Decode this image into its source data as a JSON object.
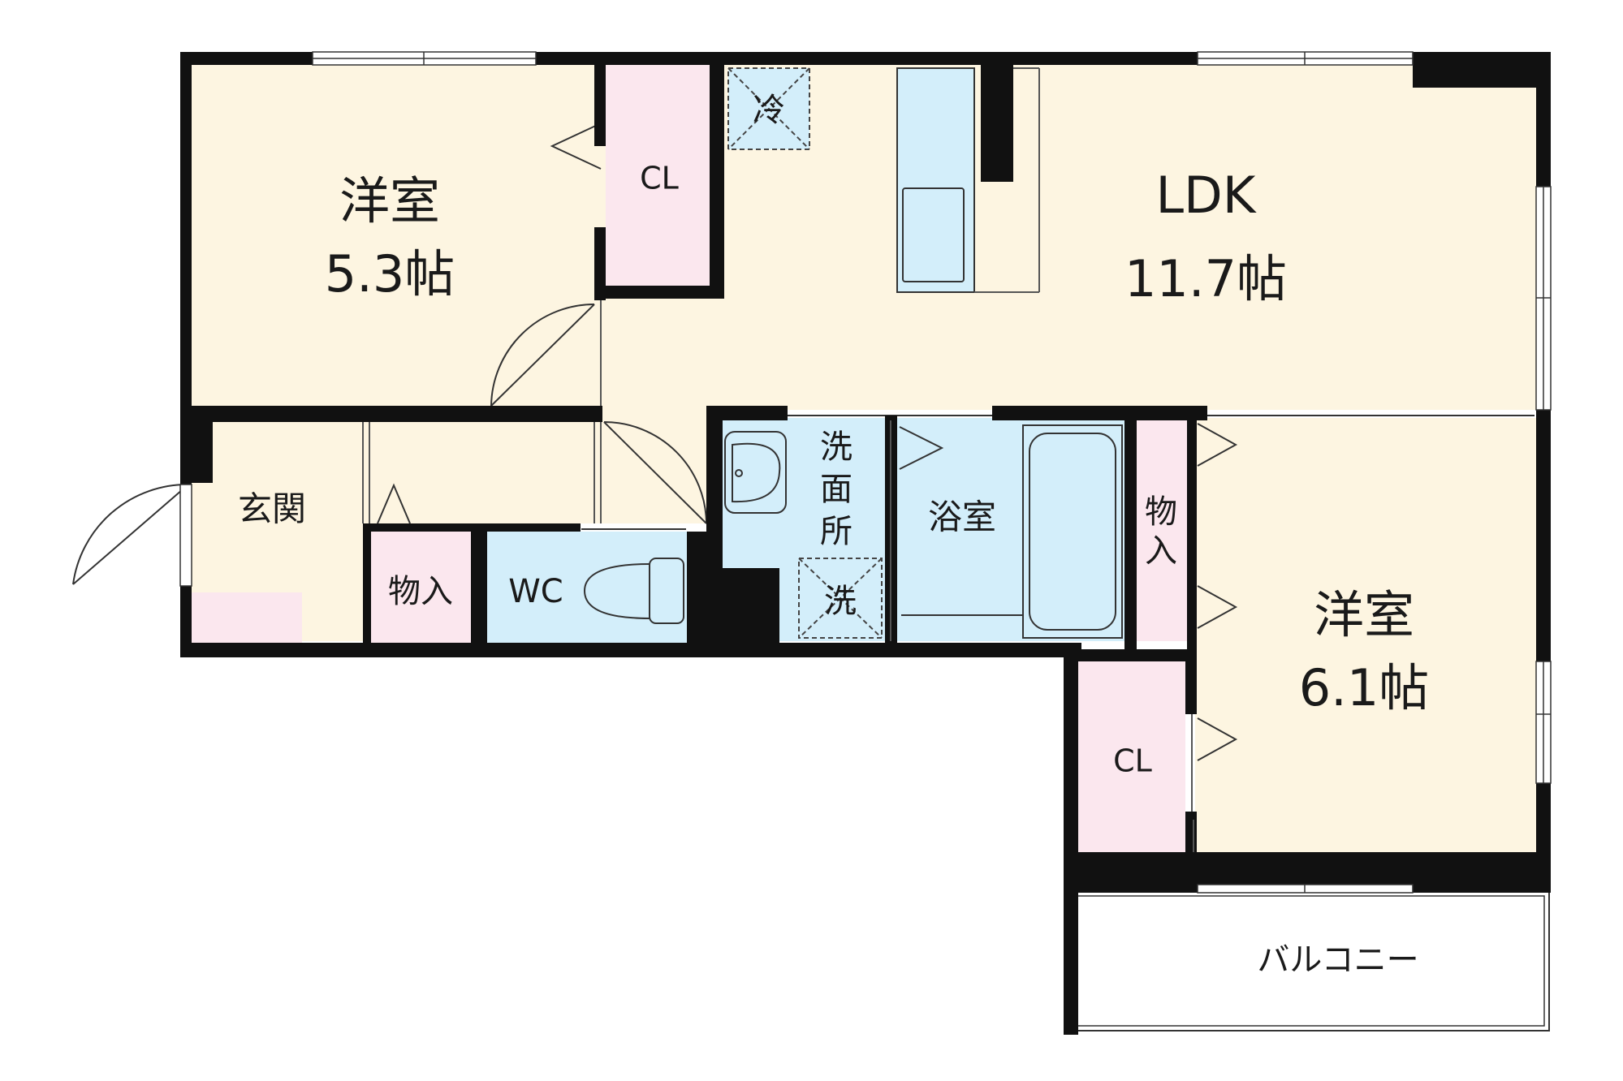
{
  "colors": {
    "wall": "#111111",
    "living": "#fdf5e1",
    "storage": "#fbe7ee",
    "wet": "#d3eefa",
    "balcony": "#ffffff"
  },
  "rooms": {
    "western_room_1": {
      "name": "洋室",
      "size": "5.3帖"
    },
    "western_room_2": {
      "name": "洋室",
      "size": "6.1帖"
    },
    "ldk": {
      "name": "LDK",
      "size": "11.7帖"
    },
    "closet_1": {
      "name": "CL"
    },
    "closet_2": {
      "name": "CL"
    },
    "refrigerator": {
      "name": "冷"
    },
    "entrance": {
      "name": "玄関"
    },
    "storage_1": {
      "name": "物入"
    },
    "storage_2": {
      "chars": [
        "物",
        "入"
      ]
    },
    "toilet": {
      "name": "WC"
    },
    "washroom": {
      "chars": [
        "洗",
        "面",
        "所"
      ]
    },
    "washer": {
      "name": "洗"
    },
    "bathroom": {
      "name": "浴室"
    },
    "balcony": {
      "name": "バルコニー"
    }
  },
  "icons": [
    "refrigerator-space-icon",
    "kitchen-counter-icon",
    "sink-icon",
    "washbasin-icon",
    "toilet-icon",
    "bathtub-icon",
    "washing-machine-space-icon",
    "door-swing-icon",
    "closet-door-icon",
    "window-icon"
  ]
}
